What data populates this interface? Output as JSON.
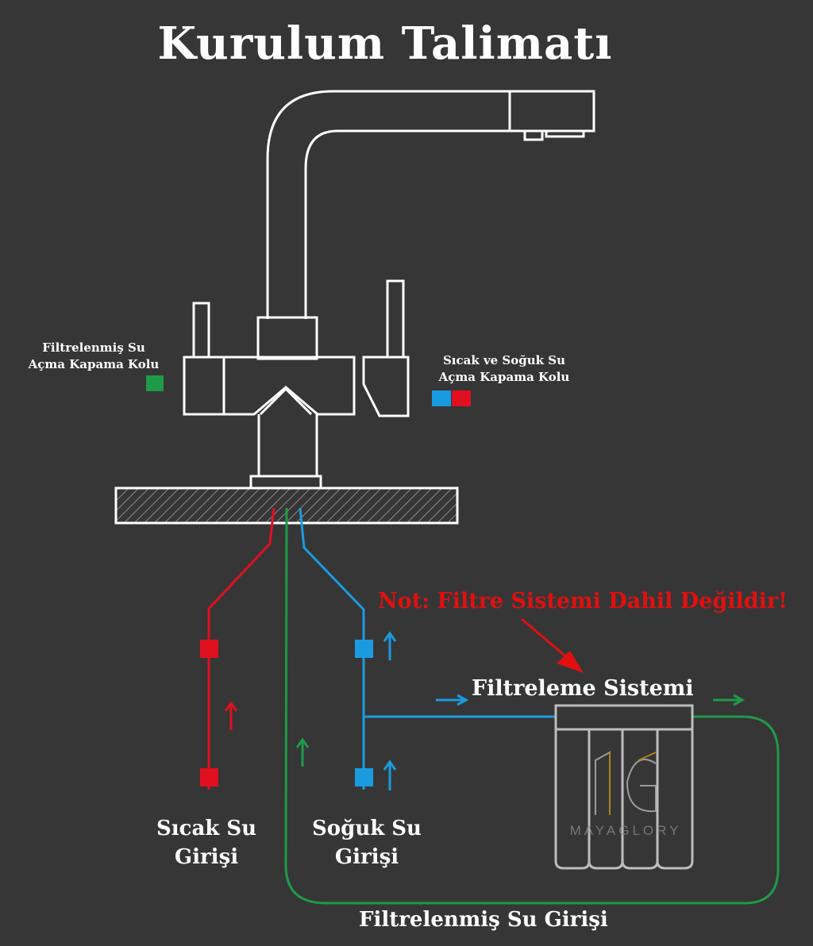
{
  "title": "Kurulum Talimatı",
  "labels": {
    "filtered_handle_line1": "Filtrelenmiş Su",
    "filtered_handle_line2": "Açma Kapama Kolu",
    "hotcold_handle_line1": "Sıcak ve Soğuk Su",
    "hotcold_handle_line2": "Açma Kapama Kolu",
    "note": "Not: Filtre Sistemi Dahil Değildir!",
    "filter_system": "Filtreleme Sistemi",
    "hot_inlet_line1": "Sıcak Su",
    "hot_inlet_line2": "Girişi",
    "cold_inlet_line1": "Soğuk Su",
    "cold_inlet_line2": "Girişi",
    "filtered_inlet": "Filtrelenmiş Su Girişi",
    "watermark_brand": "MAYAGLORY"
  },
  "colors": {
    "background": "#363636",
    "outline": "#ffffff",
    "hot": "#e01020",
    "cold": "#1a9be0",
    "filtered": "#1f9a48",
    "note": "#e01010"
  }
}
